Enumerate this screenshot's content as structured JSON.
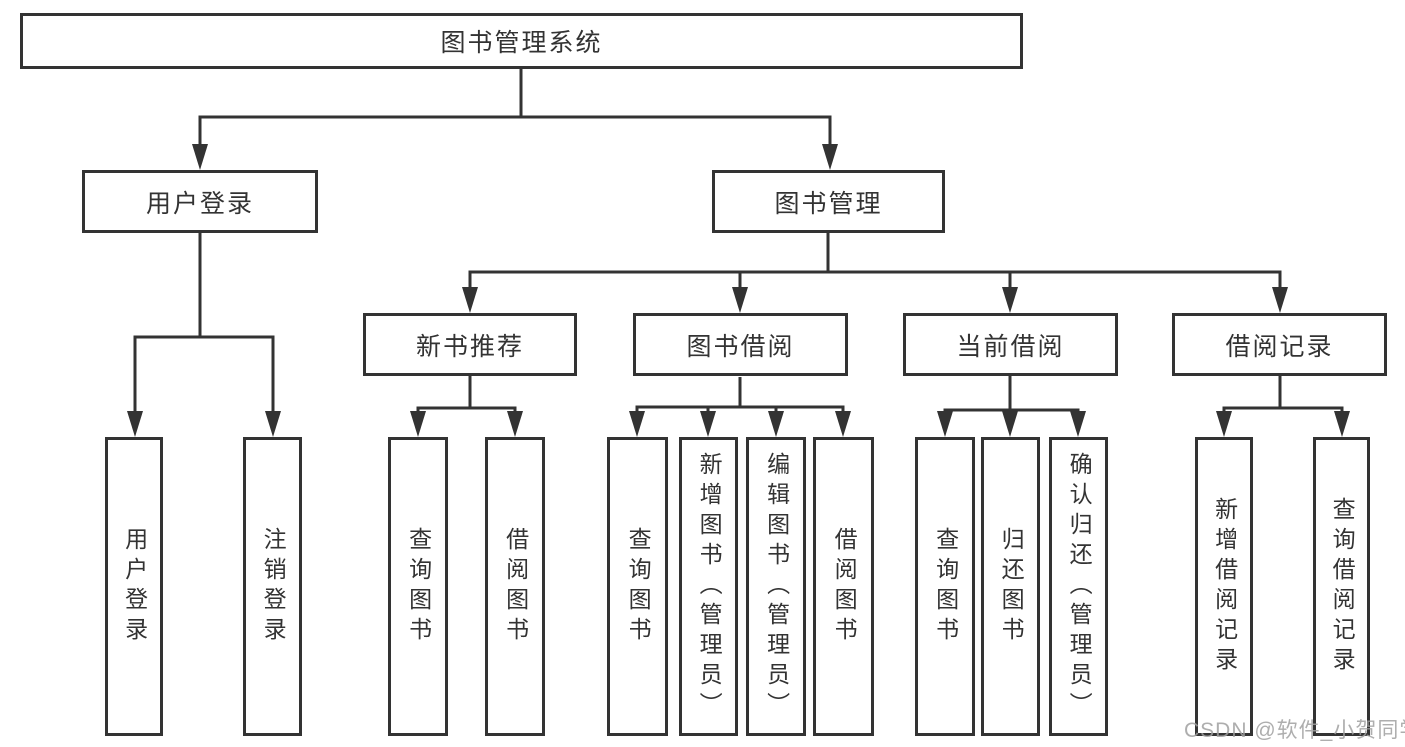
{
  "diagram": {
    "root": {
      "label": "图书管理系统"
    },
    "branches": [
      {
        "label": "用户登录",
        "children": [
          {
            "label": "用户登录"
          },
          {
            "label": "注销登录"
          }
        ]
      },
      {
        "label": "图书管理",
        "children": [
          {
            "label": "新书推荐",
            "children": [
              {
                "label": "查询图书"
              },
              {
                "label": "借阅图书"
              }
            ]
          },
          {
            "label": "图书借阅",
            "children": [
              {
                "label": "查询图书"
              },
              {
                "label": "新增图书（管理员）"
              },
              {
                "label": "编辑图书（管理员）"
              },
              {
                "label": "借阅图书"
              }
            ]
          },
          {
            "label": "当前借阅",
            "children": [
              {
                "label": "查询图书"
              },
              {
                "label": "归还图书"
              },
              {
                "label": "确认归还（管理员）"
              }
            ]
          },
          {
            "label": "借阅记录",
            "children": [
              {
                "label": "新增借阅记录"
              },
              {
                "label": "查询借阅记录"
              }
            ]
          }
        ]
      }
    ]
  },
  "watermark": {
    "text": "CSDN @软件_小贺同学"
  },
  "colors": {
    "line": "#333333",
    "text": "#333333",
    "background": "#ffffff",
    "watermark": "#a0a0a0"
  }
}
